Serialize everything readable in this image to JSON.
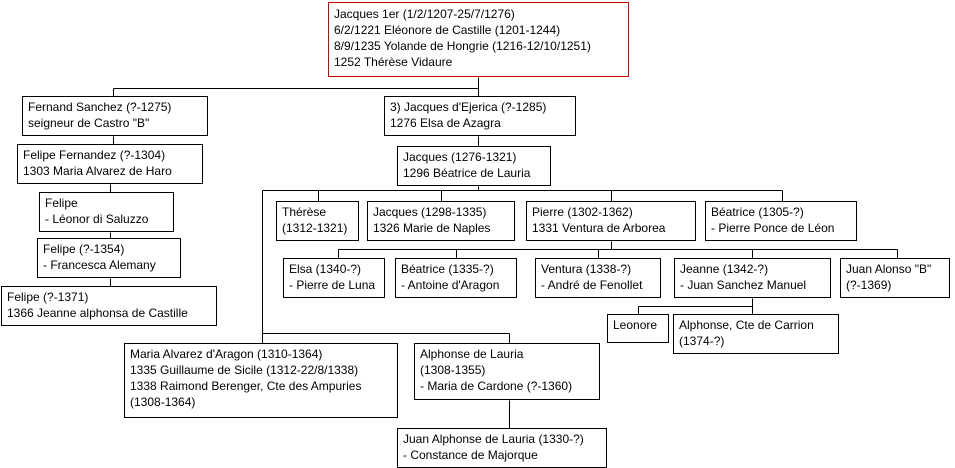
{
  "colors": {
    "root_border": "#cc0000",
    "box_border": "#000000",
    "connector": "#000000",
    "background": "#ffffff"
  },
  "nodes": {
    "jacques_1er": [
      "Jacques 1er (1/2/1207-25/7/1276)",
      "6/2/1221 Eléonore de Castille (1201-1244)",
      "8/9/1235 Yolande de Hongrie (1216-12/10/1251)",
      "1252 Thérèse Vidaure"
    ],
    "fernand_sanchez": [
      "Fernand Sanchez (?-1275)",
      "seigneur de Castro \"B\""
    ],
    "jacques_ejerica": [
      "3) Jacques d'Ejerica (?-1285)",
      "1276 Elsa de Azagra"
    ],
    "felipe_fernandez": [
      "Felipe Fernandez (?-1304)",
      "1303 Maria Alvarez de Haro"
    ],
    "jacques_1276": [
      "Jacques (1276-1321)",
      "1296 Béatrice de Lauria"
    ],
    "felipe_saluzzo": [
      "Felipe",
      "- Léonor di Saluzzo"
    ],
    "therese": [
      "Thérèse",
      "(1312-1321)"
    ],
    "jacques_1298": [
      "Jacques (1298-1335)",
      "1326 Marie de Naples"
    ],
    "pierre_1302": [
      "Pierre (1302-1362)",
      "1331 Ventura de Arborea"
    ],
    "beatrice_1305": [
      "Béatrice (1305-?)",
      "- Pierre Ponce de Léon"
    ],
    "felipe_1354": [
      "Felipe (?-1354)",
      "- Francesca Alemany"
    ],
    "elsa_1340": [
      "Elsa (1340-?)",
      "- Pierre de Luna"
    ],
    "beatrice_1335": [
      "Béatrice (1335-?)",
      "- Antoine d'Aragon"
    ],
    "ventura_1338": [
      "Ventura (1338-?)",
      "- André de Fenollet"
    ],
    "jeanne_1342": [
      "Jeanne (1342-?)",
      "- Juan Sanchez Manuel"
    ],
    "juan_alonso": [
      "Juan Alonso \"B\"",
      "(?-1369)"
    ],
    "felipe_1371": [
      "Felipe (?-1371)",
      "1366 Jeanne alphonsa de Castille"
    ],
    "leonore": [
      "Leonore"
    ],
    "alphonse_carrion": [
      "Alphonse, Cte de Carrion",
      "(1374-?)"
    ],
    "maria_alvarez": [
      "Maria Alvarez d'Aragon (1310-1364)",
      "1335 Guillaume de Sicile (1312-22/8/1338)",
      "1338 Raimond Berenger, Cte des Ampuries",
      "(1308-1364)"
    ],
    "alphonse_lauria": [
      "Alphonse de Lauria",
      "(1308-1355)",
      "- Maria de Cardone (?-1360)"
    ],
    "juan_alphonse": [
      "Juan Alphonse de Lauria (1330-?)",
      "- Constance de Majorque"
    ]
  }
}
